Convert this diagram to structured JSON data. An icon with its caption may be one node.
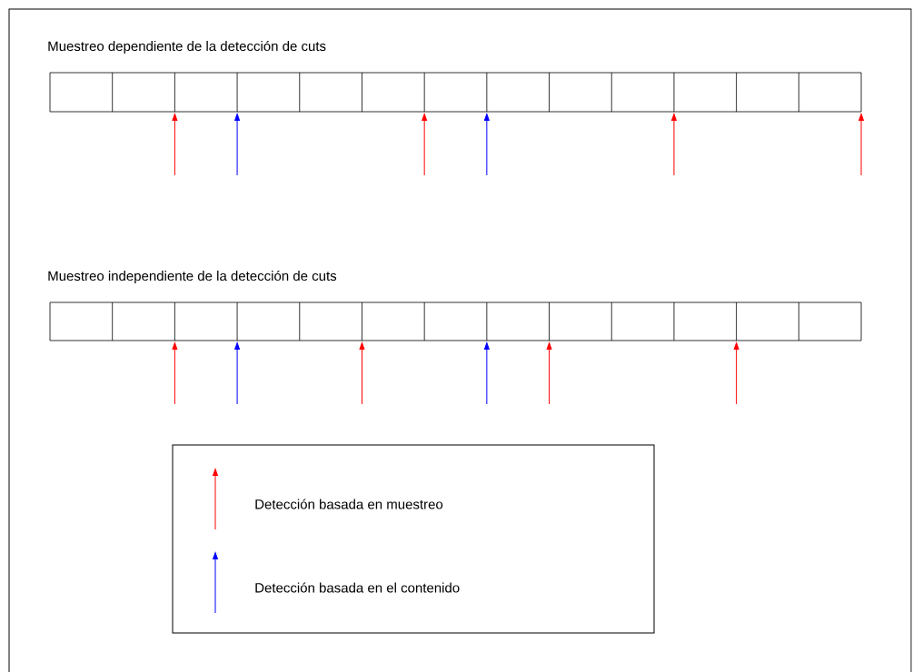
{
  "diagram": {
    "labels": [
      "Muestreo dependiente de la detección de cuts",
      "Muestreo independiente de la detección de cuts"
    ],
    "legend": [
      {
        "text": "Detección basada en muestreo"
      },
      {
        "text": "Detección basada en el contenido"
      }
    ]
  }
}
